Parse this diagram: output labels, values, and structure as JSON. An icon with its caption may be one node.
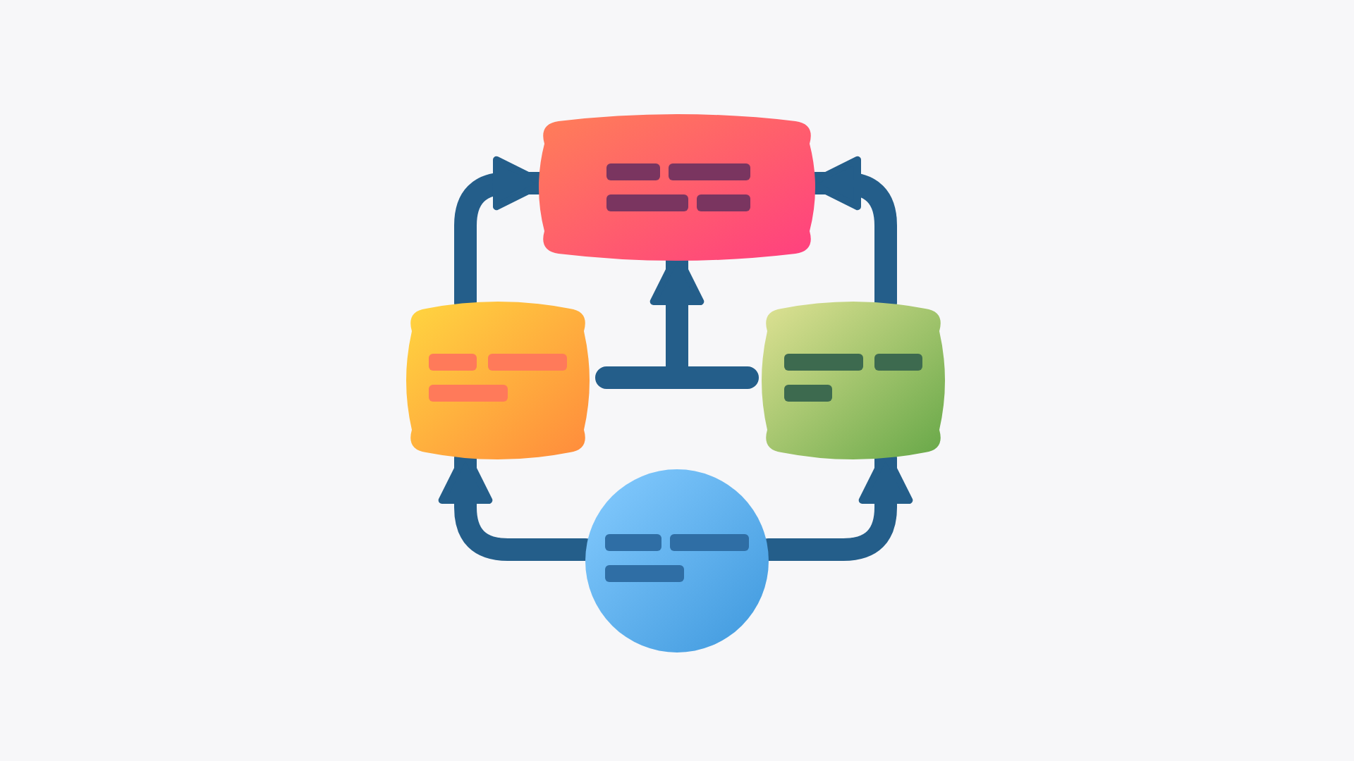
{
  "diagram": {
    "nodes": [
      {
        "text": [],
        "shape": "box"
      },
      {
        "text": [],
        "shape": "box"
      },
      {
        "text": [],
        "shape": "box"
      },
      {
        "text": [],
        "shape": "circle"
      }
    ],
    "edges": [
      {
        "from": 1,
        "to": 0,
        "arrow": "to"
      },
      {
        "from": 2,
        "to": 0,
        "arrow": "to"
      },
      {
        "from": 3,
        "to": 1,
        "arrow": "to"
      },
      {
        "from": 3,
        "to": 2,
        "arrow": "to"
      },
      {
        "from": null,
        "to": 0,
        "arrow": "to"
      }
    ]
  }
}
